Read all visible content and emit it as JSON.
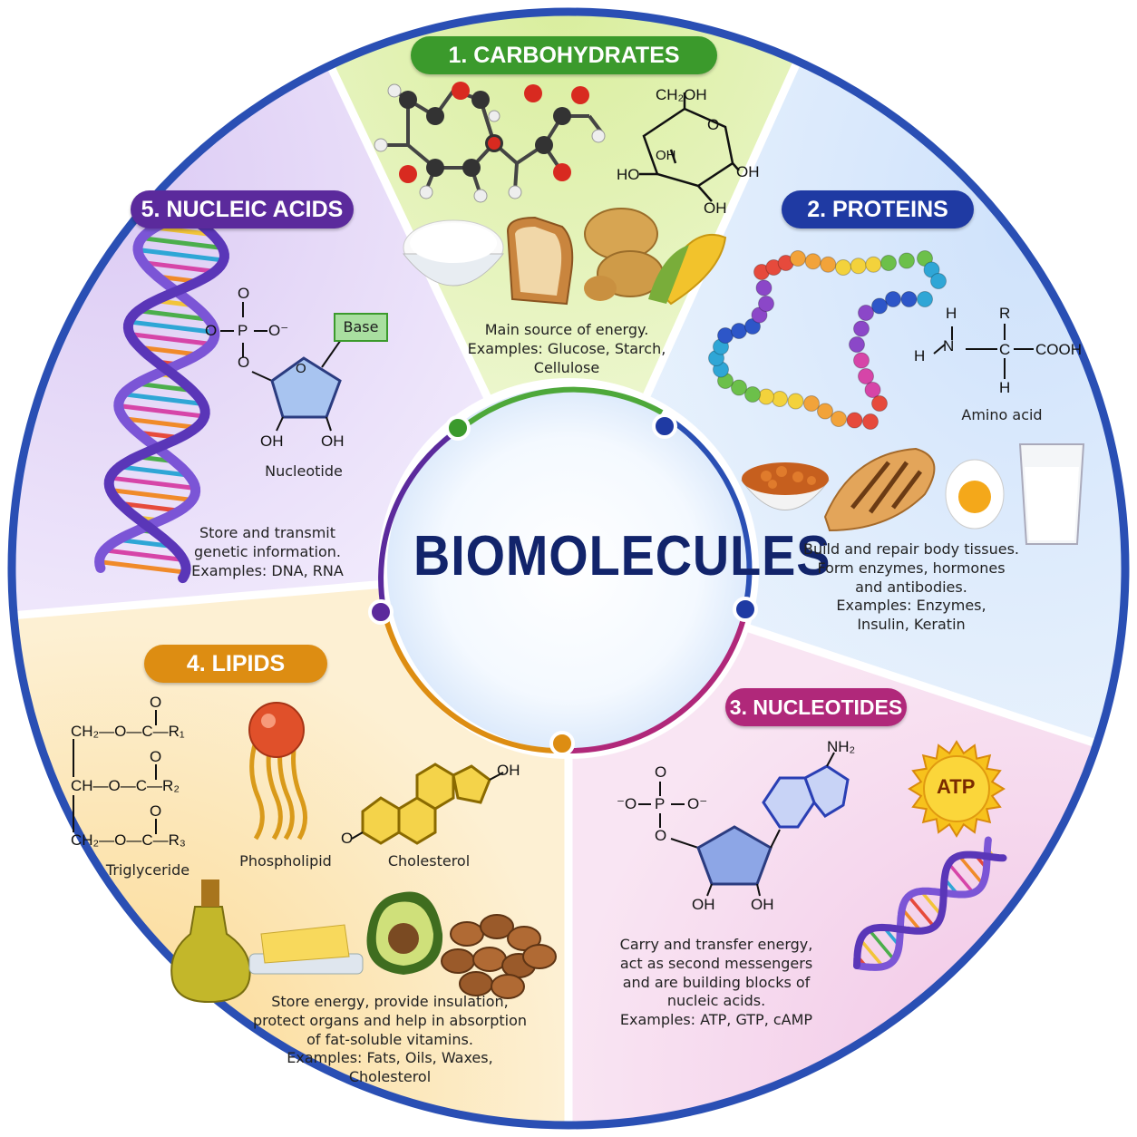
{
  "center": {
    "title": "BIOMOLECULES"
  },
  "colors": {
    "ring": "#2a4fb4",
    "carbohydrates": "#3b9a2c",
    "proteins": "#1f3aa3",
    "nucleotides": "#b0287a",
    "lipids": "#dd8d12",
    "nucleic_acids": "#5b2a9c"
  },
  "sections": {
    "carbohydrates": {
      "title": "1. CARBOHYDRATES",
      "desc": [
        "Main source of energy.",
        "Examples: Glucose, Starch,",
        "Cellulose"
      ],
      "chem": {
        "ch2oh": "CH₂OH",
        "oh1": "OH",
        "oh2": "OH",
        "oh3": "OH",
        "ho": "HO",
        "o": "O"
      },
      "icons": [
        "glucose-molecule-icon",
        "rice-bowl-icon",
        "bread-icon",
        "potato-icon",
        "corn-icon"
      ]
    },
    "proteins": {
      "title": "2. PROTEINS",
      "desc": [
        "Build and repair body tissues.",
        "Form enzymes, hormones",
        "and antibodies.",
        "Examples: Enzymes,",
        "Insulin, Keratin"
      ],
      "chem": {
        "h_top": "H",
        "r": "R",
        "n": "N",
        "h_left": "H",
        "c": "C",
        "cooh": "COOH",
        "h_bottom": "H"
      },
      "label": "Amino acid",
      "icons": [
        "polypeptide-chain-icon",
        "beans-bowl-icon",
        "grilled-chicken-icon",
        "egg-icon",
        "milk-glass-icon"
      ]
    },
    "nucleotides": {
      "title": "3. NUCLEOTIDES",
      "desc": [
        "Carry and transfer energy,",
        "act as second messengers",
        "and are building blocks of",
        "nucleic acids.",
        "Examples: ATP, GTP, cAMP"
      ],
      "chem": {
        "nh2": "NH₂",
        "o_top": "O",
        "p": "P",
        "o_left": "⁻O",
        "o_right": "O⁻",
        "o_bottom": "O",
        "oh1": "OH",
        "oh2": "OH"
      },
      "badge": "ATP",
      "icons": [
        "adenine-ring-icon",
        "atp-sun-icon",
        "dna-helix-icon"
      ]
    },
    "lipids": {
      "title": "4.  LIPIDS",
      "desc": [
        "Store energy, provide insulation,",
        "protect organs and help in absorption",
        "of fat-soluble vitamins.",
        "Examples: Fats, Oils, Waxes,",
        "Cholesterol"
      ],
      "chem": {
        "row1": "CH₂—O—C—R₁",
        "row2": "CH—O—C—R₂",
        "row3": "CH₂—O—C—R₃",
        "o": "O",
        "oh": "OH"
      },
      "labels": {
        "triglyceride": "Triglyceride",
        "phospholipid": "Phospholipid",
        "cholesterol": "Cholesterol"
      },
      "icons": [
        "phospholipid-icon",
        "steroid-rings-icon",
        "olive-oil-icon",
        "butter-icon",
        "avocado-icon",
        "nuts-icon"
      ]
    },
    "nucleic_acids": {
      "title": "5. NUCLEIC ACIDS",
      "desc": [
        "Store and transmit",
        "genetic information.",
        "Examples: DNA, RNA"
      ],
      "chem": {
        "o_top": "O",
        "p": "P",
        "o_left": "O",
        "o_right": "O⁻",
        "o_bottom": "O",
        "o_ring": "O",
        "oh1": "OH",
        "oh2": "OH"
      },
      "base": "Base",
      "label": "Nucleotide",
      "icons": [
        "dna-double-helix-icon"
      ]
    }
  }
}
